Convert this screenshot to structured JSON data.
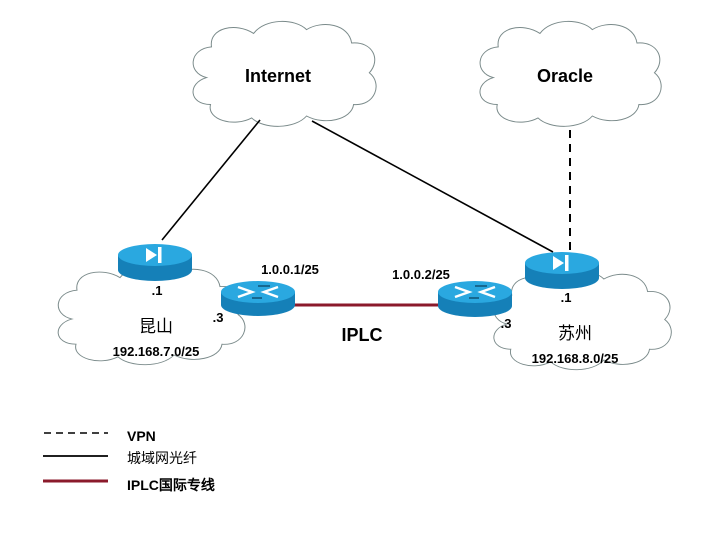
{
  "clouds": {
    "internet": {
      "label": "Internet"
    },
    "oracle": {
      "label": "Oracle"
    },
    "kunshan": {
      "label": "昆山",
      "subnet": "192.168.7.0/25"
    },
    "suzhou": {
      "label": "苏州",
      "subnet": "192.168.8.0/25"
    }
  },
  "routers": {
    "kunshan_vpn": {
      "host_label": ".1"
    },
    "kunshan_iplc": {
      "host_label": ".3",
      "wan_ip": "1.0.0.1/25"
    },
    "suzhou_iplc": {
      "host_label": ".3",
      "wan_ip": "1.0.0.2/25"
    },
    "suzhou_vpn": {
      "host_label": ".1"
    }
  },
  "links": {
    "iplc_label": "IPLC"
  },
  "legend": {
    "items": [
      {
        "style": "dashed",
        "label": "VPN"
      },
      {
        "style": "solid",
        "label": "城域网光纤"
      },
      {
        "style": "iplc",
        "label": "IPLC国际专线"
      }
    ]
  },
  "colors": {
    "router_top": "#2aa8e0",
    "router_side": "#1580b8",
    "iplc_line": "#8b1a2b",
    "cloud_stroke": "#7a8a8a"
  }
}
